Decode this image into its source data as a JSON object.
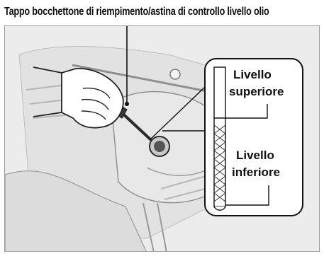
{
  "header": {
    "title": "Tappo bocchettone di riempimento/astina di controllo livello olio"
  },
  "callout": {
    "upper_line1": "Livello",
    "upper_line2": "superiore",
    "lower_line1": "Livello",
    "lower_line2": "inferiore"
  },
  "colors": {
    "panel_bg": "#ededed",
    "line_art": "#2a2a2a",
    "callout_bg": "#ffffff"
  }
}
